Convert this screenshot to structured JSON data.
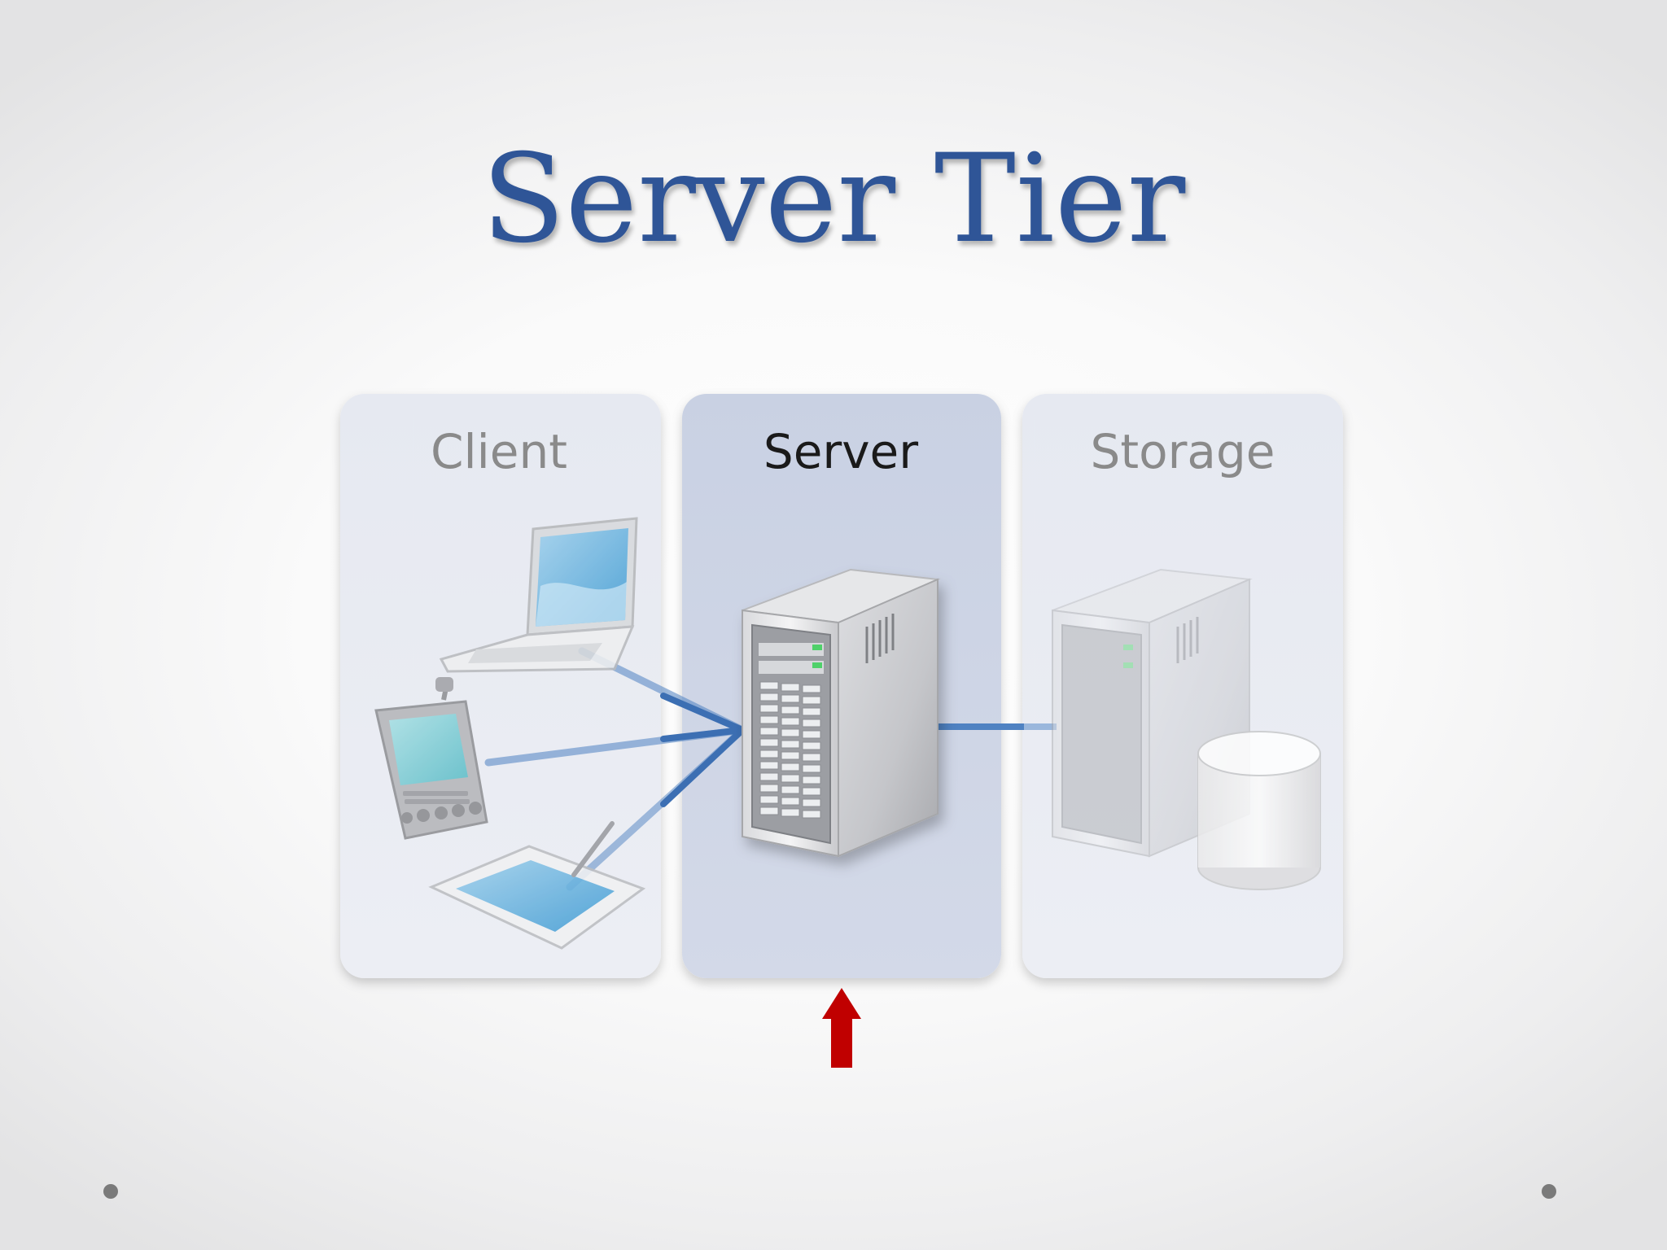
{
  "slide": {
    "title": "Server Tier"
  },
  "diagram": {
    "tiers": [
      {
        "label": "Client",
        "state": "dimmed",
        "icons": [
          "laptop-icon",
          "pda-icon",
          "tablet-icon"
        ]
      },
      {
        "label": "Server",
        "state": "highlighted",
        "icons": [
          "server-tower-icon"
        ]
      },
      {
        "label": "Storage",
        "state": "dimmed",
        "icons": [
          "server-tower-icon",
          "database-cylinder-icon"
        ]
      }
    ],
    "pointer": "up-arrow-icon",
    "colors": {
      "title": "#2f5597",
      "connector": "#4a7fc1",
      "pointer_arrow": "#c00000",
      "active_panel": "#cdd5e6",
      "dimmed_panel": "#e8ebf3"
    }
  }
}
